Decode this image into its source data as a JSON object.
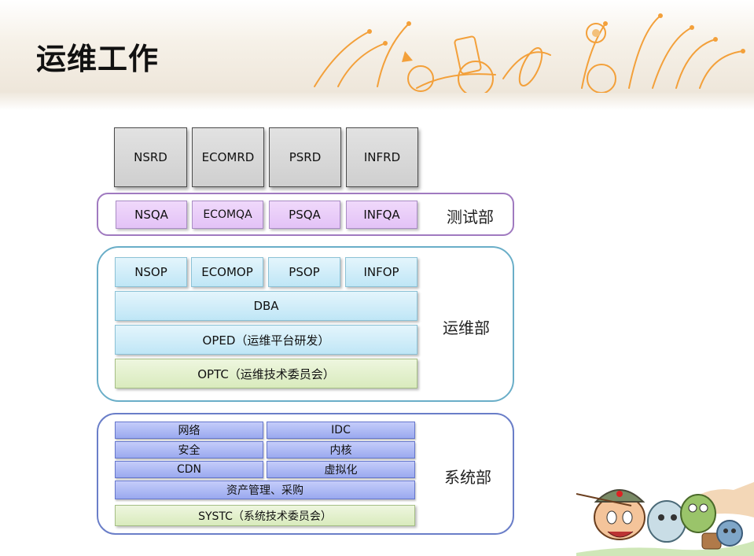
{
  "page": {
    "title": "运维工作"
  },
  "rd_row": [
    "NSRD",
    "ECOMRD",
    "PSRD",
    "INFRD"
  ],
  "test_dept": {
    "label": "测试部",
    "items": [
      "NSQA",
      "ECOMQA",
      "PSQA",
      "INFQA"
    ]
  },
  "ops_dept": {
    "label": "运维部",
    "items": [
      "NSOP",
      "ECOMOP",
      "PSOP",
      "INFOP"
    ],
    "dba": "DBA",
    "oped": "OPED（运维平台研发）",
    "optc": "OPTC（运维技术委员会）"
  },
  "sys_dept": {
    "label": "系统部",
    "grid": [
      "网络",
      "IDC",
      "安全",
      "内核",
      "CDN",
      "虚拟化"
    ],
    "assets": "资产管理、采购",
    "systc": "SYSTC（系统技术委员会）"
  },
  "colors": {
    "rd_box": "#d6d6d6",
    "qa_box": "#e8ccf8",
    "ops_box": "#cdebf8",
    "committee_box": "#e2efcc",
    "sys_box": "#aab6f2",
    "test_border": "#a07ac0",
    "ops_border": "#6aaec8",
    "sys_border": "#6a7ec8"
  }
}
